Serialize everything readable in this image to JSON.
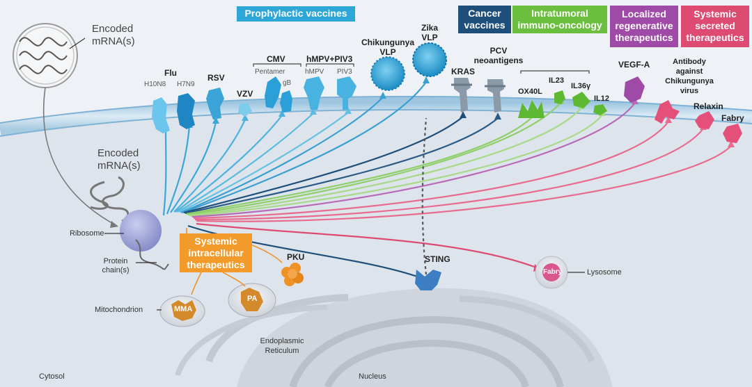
{
  "categories": {
    "prophylactic": {
      "label": "Prophylactic vaccines",
      "color": "#2da7d8"
    },
    "cancer": {
      "label1": "Cancer",
      "label2": "vaccines",
      "color": "#1e4e7a"
    },
    "intratumoral": {
      "label1": "Intratumoral",
      "label2": "immuno-oncology",
      "color": "#6cbf3e"
    },
    "localized": {
      "label1": "Localized",
      "label2": "regenerative",
      "label3": "therapeutics",
      "color": "#a04aa8"
    },
    "systemic_secreted": {
      "label1": "Systemic",
      "label2": "secreted",
      "label3": "therapeutics",
      "color": "#dd4a72"
    },
    "systemic_intracellular": {
      "label1": "Systemic",
      "label2": "intracellular",
      "label3": "therapeutics",
      "color": "#f39b2a"
    }
  },
  "encoded_top": {
    "line1": "Encoded",
    "line2": "mRNA(s)"
  },
  "encoded_inner": {
    "line1": "Encoded",
    "line2": "mRNA(s)"
  },
  "antigens": {
    "flu": "Flu",
    "h10n8": "H10N8",
    "h7n9": "H7N9",
    "rsv": "RSV",
    "vzv": "VZV",
    "cmv": "CMV",
    "pentamer": "Pentamer",
    "gb": "gB",
    "hmpv_piv3": "hMPV+PIV3",
    "hmpv": "hMPV",
    "piv3": "PIV3",
    "chik_vlp1": "Chikungunya",
    "chik_vlp2": "VLP",
    "zika1": "Zika",
    "zika2": "VLP",
    "pcv1": "PCV",
    "pcv2": "neoantigens",
    "kras": "KRAS",
    "ox40l": "OX40L",
    "il23": "IL23",
    "il36": "IL36γ",
    "il12": "IL12",
    "vegf": "VEGF-A",
    "antibody1": "Antibody",
    "antibody2": "against",
    "antibody3": "Chikungunya",
    "antibody4": "virus",
    "relaxin": "Relaxin",
    "fabry": "Fabry"
  },
  "cell": {
    "ribosome": "Ribosome",
    "protein1": "Protein",
    "protein2": "chain(s)",
    "mitochondrion": "Mitochondrion",
    "mma": "MMA",
    "pa": "PA",
    "pku": "PKU",
    "sting": "STING",
    "fabry_lys": "Fabry",
    "lysosome": "Lysosome",
    "er1": "Endoplasmic",
    "er2": "Reticulum",
    "cytosol": "Cytosol",
    "nucleus": "Nucleus"
  }
}
